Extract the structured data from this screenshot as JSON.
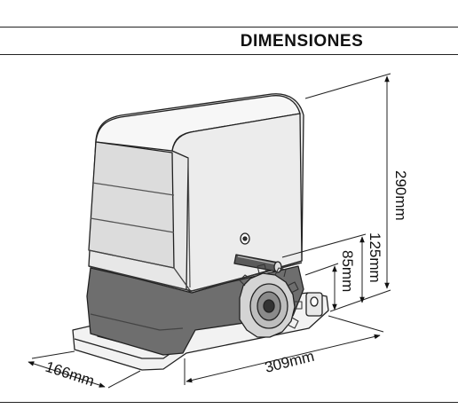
{
  "header": {
    "title": "DIMENSIONES"
  },
  "dimensions": {
    "height_total": "290mm",
    "height_shaft": "125mm",
    "height_pinion": "85mm",
    "length": "309mm",
    "width": "166mm"
  }
}
